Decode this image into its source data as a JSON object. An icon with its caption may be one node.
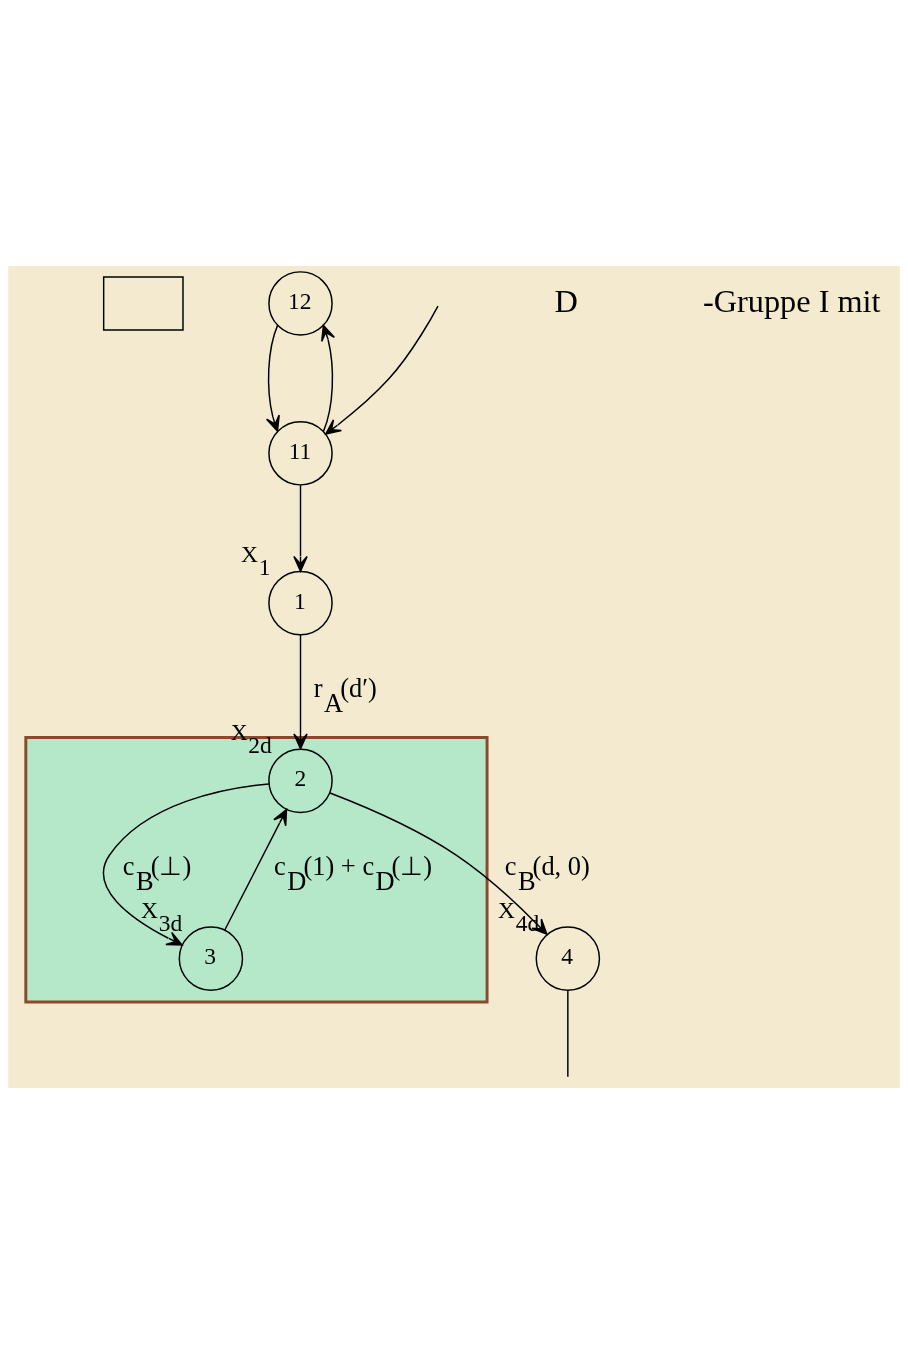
{
  "diagram": {
    "nodes": [
      {
        "text": [],
        "shape": "box"
      },
      {
        "text": [
          "12"
        ]
      },
      {
        "text": [
          "1"
        ],
        "beside": [
          "X$_{1}$"
        ]
      },
      {
        "text": [
          "11"
        ]
      },
      {
        "text": [],
        "shape": "box"
      },
      {
        "text": [
          "2"
        ],
        "in": 4,
        "beside": [
          "X$_{2d}$"
        ]
      },
      {
        "text": [
          "4"
        ],
        "beside": [
          "X$_{4d}$"
        ]
      },
      {
        "text": [
          "3"
        ],
        "in": 4,
        "beside": [
          "X$_{3d}$"
        ]
      }
    ],
    "edges": [
      {
        "from": null,
        "to": 3,
        "arrow": "to"
      },
      {
        "from": 3,
        "to": 2,
        "arrow": "to"
      },
      {
        "from": 3,
        "to": 1,
        "arrow": "to"
      },
      {
        "from": 1,
        "to": 3,
        "arrow": "to"
      },
      {
        "from": 2,
        "to": 5,
        "label": "r$_{A}$(d′)",
        "arrow": "to"
      },
      {
        "from": 5,
        "to": 6,
        "label": "c$_{B}$(d, 0)",
        "arrow": "to"
      },
      {
        "from": 6,
        "to": null,
        "arrow": "none"
      },
      {
        "from": 5,
        "to": 7,
        "label": "c$_{B}$(⊥)",
        "arrow": "to"
      },
      {
        "from": 7,
        "to": 5,
        "label": "c$_{D}$(1) + c$_{D}$(⊥)",
        "arrow": "to"
      }
    ],
    "labels": [
      "D",
      "-Gruppe I mit"
    ]
  }
}
